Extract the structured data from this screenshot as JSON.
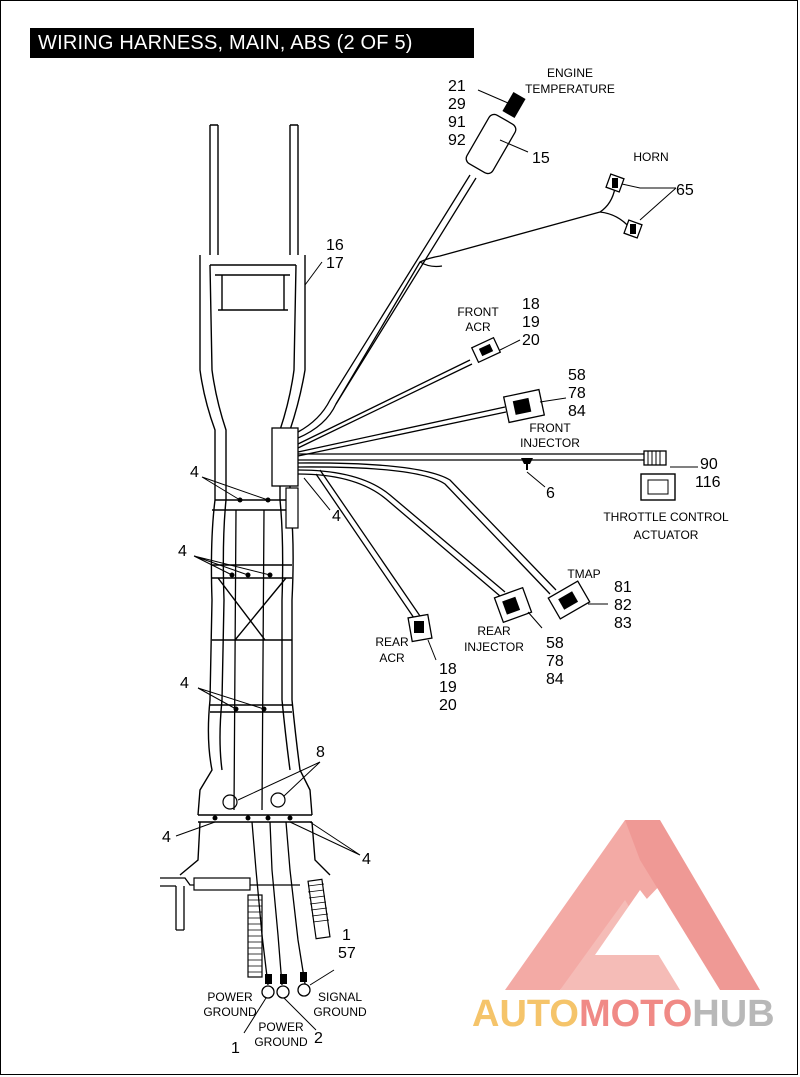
{
  "title": "WIRING HARNESS, MAIN, ABS (2 OF 5)",
  "labels": {
    "engine_temp": [
      "ENGINE",
      "TEMPERATURE"
    ],
    "horn": "HORN",
    "front_acr": [
      "FRONT",
      "ACR"
    ],
    "front_injector": [
      "FRONT",
      "INJECTOR"
    ],
    "throttle": [
      "THROTTLE CONTROL",
      "ACTUATOR"
    ],
    "tmap": "TMAP",
    "rear_acr": [
      "REAR",
      "ACR"
    ],
    "rear_injector": [
      "REAR",
      "INJECTOR"
    ],
    "power_ground_left": [
      "POWER",
      "GROUND"
    ],
    "power_ground_mid": [
      "POWER",
      "GROUND"
    ],
    "signal_ground": [
      "SIGNAL",
      "GROUND"
    ]
  },
  "callouts": {
    "engine_temp_nums": [
      "21",
      "29",
      "91",
      "92"
    ],
    "sensor_body": "15",
    "horn_num": "65",
    "harness_nums": [
      "16",
      "17"
    ],
    "front_acr_nums": [
      "18",
      "19",
      "20"
    ],
    "front_injector_nums": [
      "58",
      "78",
      "84"
    ],
    "throttle_nums": [
      "90",
      "116"
    ],
    "clip_num": "6",
    "tmap_nums": [
      "81",
      "82",
      "83"
    ],
    "rear_injector_nums": [
      "58",
      "78",
      "84"
    ],
    "rear_acr_nums": [
      "18",
      "19",
      "20"
    ],
    "tie_num": "4",
    "grommet_num": "8",
    "signal_ground_nums": [
      "1",
      "57"
    ],
    "power_ground_left_num": "1",
    "power_ground_mid_num": "2"
  },
  "watermark": {
    "brand_part1": "AUTO",
    "brand_part2": "MOTO",
    "brand_part3": "HUB",
    "color_light": "#f5c46a",
    "color_red": "#f08a86",
    "color_gray": "#b8b8b8"
  }
}
